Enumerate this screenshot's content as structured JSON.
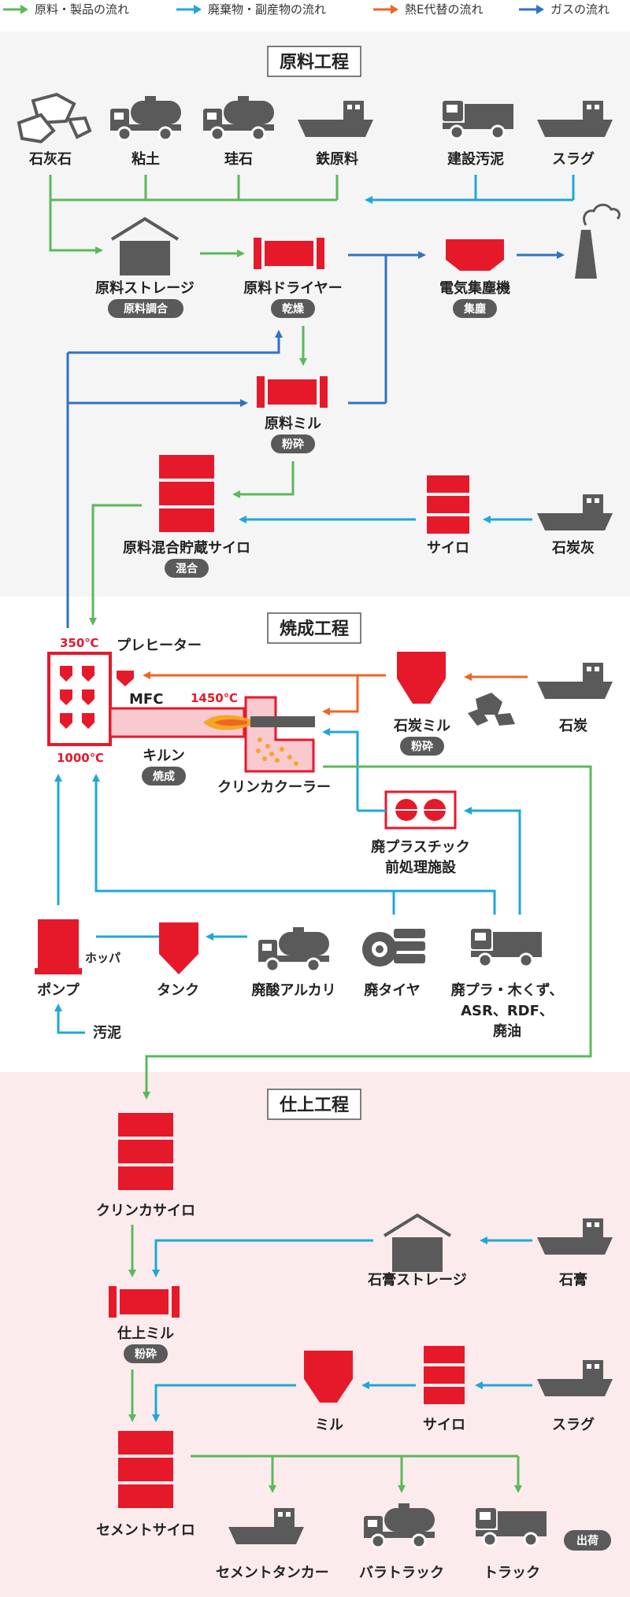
{
  "legend": [
    {
      "label": "原料・製品の流れ",
      "color": "#5cb85c"
    },
    {
      "label": "廃棄物・副産物の流れ",
      "color": "#1ea7d8"
    },
    {
      "label": "熱E代替の流れ",
      "color": "#f06424"
    },
    {
      "label": "ガスの流れ",
      "color": "#2f73c0"
    }
  ],
  "colors": {
    "red": "#e6192b",
    "gray": "#5a5a5a",
    "green": "#5cb85c",
    "blue": "#1ea7d8",
    "orange": "#f06424",
    "gas": "#2f73c0"
  },
  "sections": {
    "raw": {
      "title": "原料工程"
    },
    "burn": {
      "title": "焼成工程"
    },
    "finish": {
      "title": "仕上工程"
    }
  },
  "raw": {
    "limestone": "石灰石",
    "clay": "粘土",
    "silica": "珪石",
    "iron": "鉄原料",
    "sludge": "建設汚泥",
    "slag": "スラグ",
    "storage": "原料ストレージ",
    "storage_tag": "原料調合",
    "dryer": "原料ドライヤー",
    "dryer_tag": "乾燥",
    "ep": "電気集塵機",
    "ep_tag": "集塵",
    "mill": "原料ミル",
    "mill_tag": "粉砕",
    "blend_silo": "原料混合貯蔵サイロ",
    "blend_tag": "混合",
    "silo": "サイロ",
    "coal_ash": "石炭灰"
  },
  "burn": {
    "temp_top": "350℃",
    "preheater": "プレヒーター",
    "mfc": "MFC",
    "temp_kiln": "1450℃",
    "temp_bottom": "1000℃",
    "kiln": "キルン",
    "kiln_tag": "焼成",
    "cooler": "クリンカクーラー",
    "coal_mill": "石炭ミル",
    "coal_mill_tag": "粉砕",
    "coal": "石炭",
    "plastic_line1": "廃プラスチック",
    "plastic_line2": "前処理施設",
    "hopper": "ホッパ",
    "pump": "ポンプ",
    "tank": "タンク",
    "alkali": "廃酸アルカリ",
    "tire": "廃タイヤ",
    "waste_line1": "廃プラ・木くず、",
    "waste_line2": "ASR、RDF、",
    "waste_line3": "廃油",
    "sludge": "汚泥"
  },
  "finish": {
    "clinker_silo": "クリンカサイロ",
    "gypsum_storage": "石膏ストレージ",
    "gypsum": "石膏",
    "finish_mill": "仕上ミル",
    "finish_mill_tag": "粉砕",
    "mill": "ミル",
    "silo": "サイロ",
    "slag": "スラグ",
    "cement_silo": "セメントサイロ",
    "tanker": "セメントタンカー",
    "bulk_truck": "バラトラック",
    "truck": "トラック",
    "ship_tag": "出荷"
  }
}
